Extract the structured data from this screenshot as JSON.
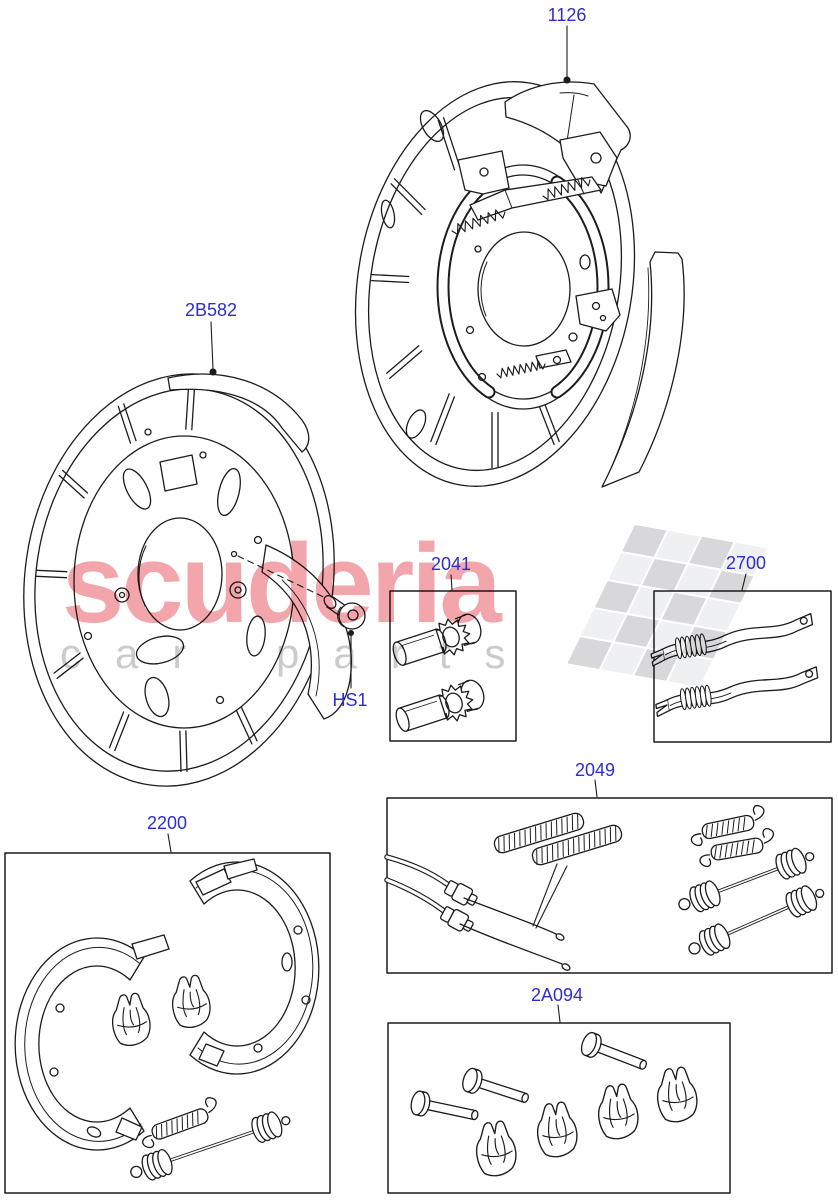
{
  "diagram": {
    "type": "exploded-parts-diagram",
    "subject": "parking brake - rear drum-in-disc backing plates, shoes and hardware kits"
  },
  "callouts": {
    "c1126": "1126",
    "c2b582": "2B582",
    "c2041": "2041",
    "c2700": "2700",
    "chs1": "HS1",
    "c2049": "2049",
    "c2200": "2200",
    "c2a094": "2A094"
  },
  "watermark": {
    "brand": "scuderia",
    "tagline_left": "car",
    "tagline_right": "parts"
  },
  "colors": {
    "callout_blue": "#2d2dd2",
    "line_black": "#1c1c1c",
    "watermark_pink": "#f2a6ab",
    "watermark_gray": "#cbcbce",
    "flag_dark": "#d8d8da",
    "flag_light": "#eff0f2",
    "background": "#ffffff"
  }
}
